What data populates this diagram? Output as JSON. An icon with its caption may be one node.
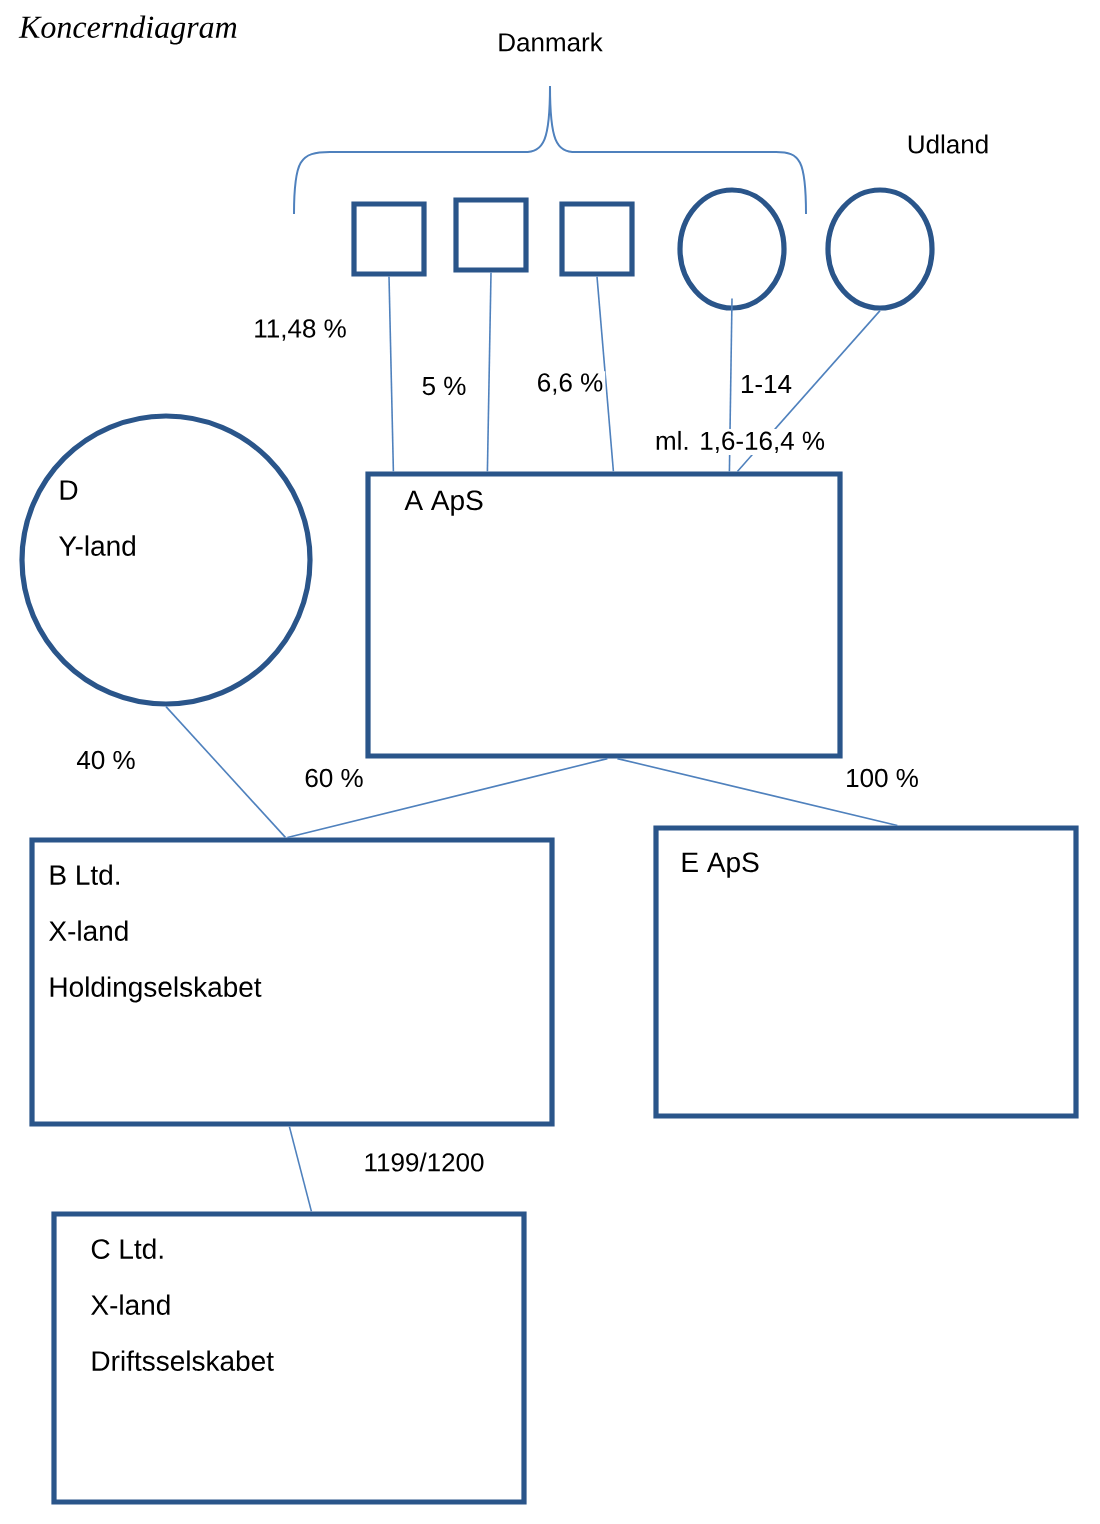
{
  "diagram": {
    "title": "Koncerndiagram",
    "nodes": [
      {
        "text": [],
        "shape": "box"
      },
      {
        "text": [],
        "shape": "box"
      },
      {
        "text": [],
        "shape": "box"
      },
      {
        "text": [],
        "shape": "circle"
      },
      {
        "text": [],
        "shape": "circle"
      },
      {
        "text": [
          "A ApS"
        ]
      },
      {
        "text": [
          "D",
          "Y-land"
        ]
      },
      {
        "text": [
          "B Ltd.",
          "X-land",
          "Holdingselskabet"
        ]
      },
      {
        "text": [
          "E ApS"
        ]
      },
      {
        "text": [
          "C Ltd.",
          "X-land",
          "Driftsselskabet"
        ]
      }
    ],
    "edges": [
      {
        "from": 0,
        "to": 5,
        "arrow": "none",
        "label": "11,48 %"
      },
      {
        "from": 1,
        "to": 5,
        "arrow": "none",
        "label": "5 %"
      },
      {
        "from": 2,
        "to": 5,
        "arrow": "none",
        "label": "6,6 %"
      },
      {
        "from": 3,
        "to": 5,
        "arrow": "none",
        "label": "1-14"
      },
      {
        "from": 4,
        "to": 5,
        "arrow": "none"
      },
      {
        "from": 6,
        "to": 7,
        "arrow": "none",
        "label": "40 %"
      },
      {
        "from": 5,
        "to": 7,
        "arrow": "none",
        "label": "60 %"
      },
      {
        "from": 5,
        "to": 8,
        "arrow": "none",
        "label": "100 %"
      },
      {
        "from": 7,
        "to": 9,
        "arrow": "none",
        "label": "1199/1200"
      }
    ],
    "labels": [
      "Danmark",
      "Udland",
      "ml. 1,6-16,4 %"
    ]
  }
}
